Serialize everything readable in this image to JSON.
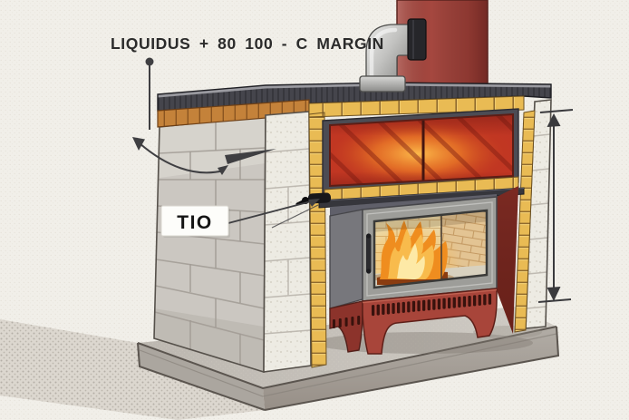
{
  "diagram": {
    "title": "LIQUIDUS + 80 100 - C MARGIN",
    "callout": "TIO"
  },
  "annotations": {
    "leader": "dot-leader-from-title",
    "pointer": "arrow-to-wall-corner",
    "tio_pointer": "line-to-damper-knob",
    "dimension": "vertical-height-dimension-right"
  },
  "colors": {
    "paper": "#f1efe9",
    "ink": "#3f3f42",
    "chimney_red": "#a5473f",
    "cap_dark": "#45454c",
    "face_brick_orange": "#c4823a",
    "firebrick_yellow": "#e9bb54",
    "wall_block_gray": "#cbc7c1",
    "concrete_block_white": "#edebe3",
    "heat_panel_red": "#c03524",
    "panel_glow_orange": "#f9a832",
    "steel_gray": "#c4c4c2",
    "firebox_frame_gray": "#9d9d99",
    "flame_orange": "#ef8d1f",
    "flame_yellow": "#fde9a6",
    "stove_base_red": "#a8453a",
    "platform_gray": "#c6c2bb"
  }
}
